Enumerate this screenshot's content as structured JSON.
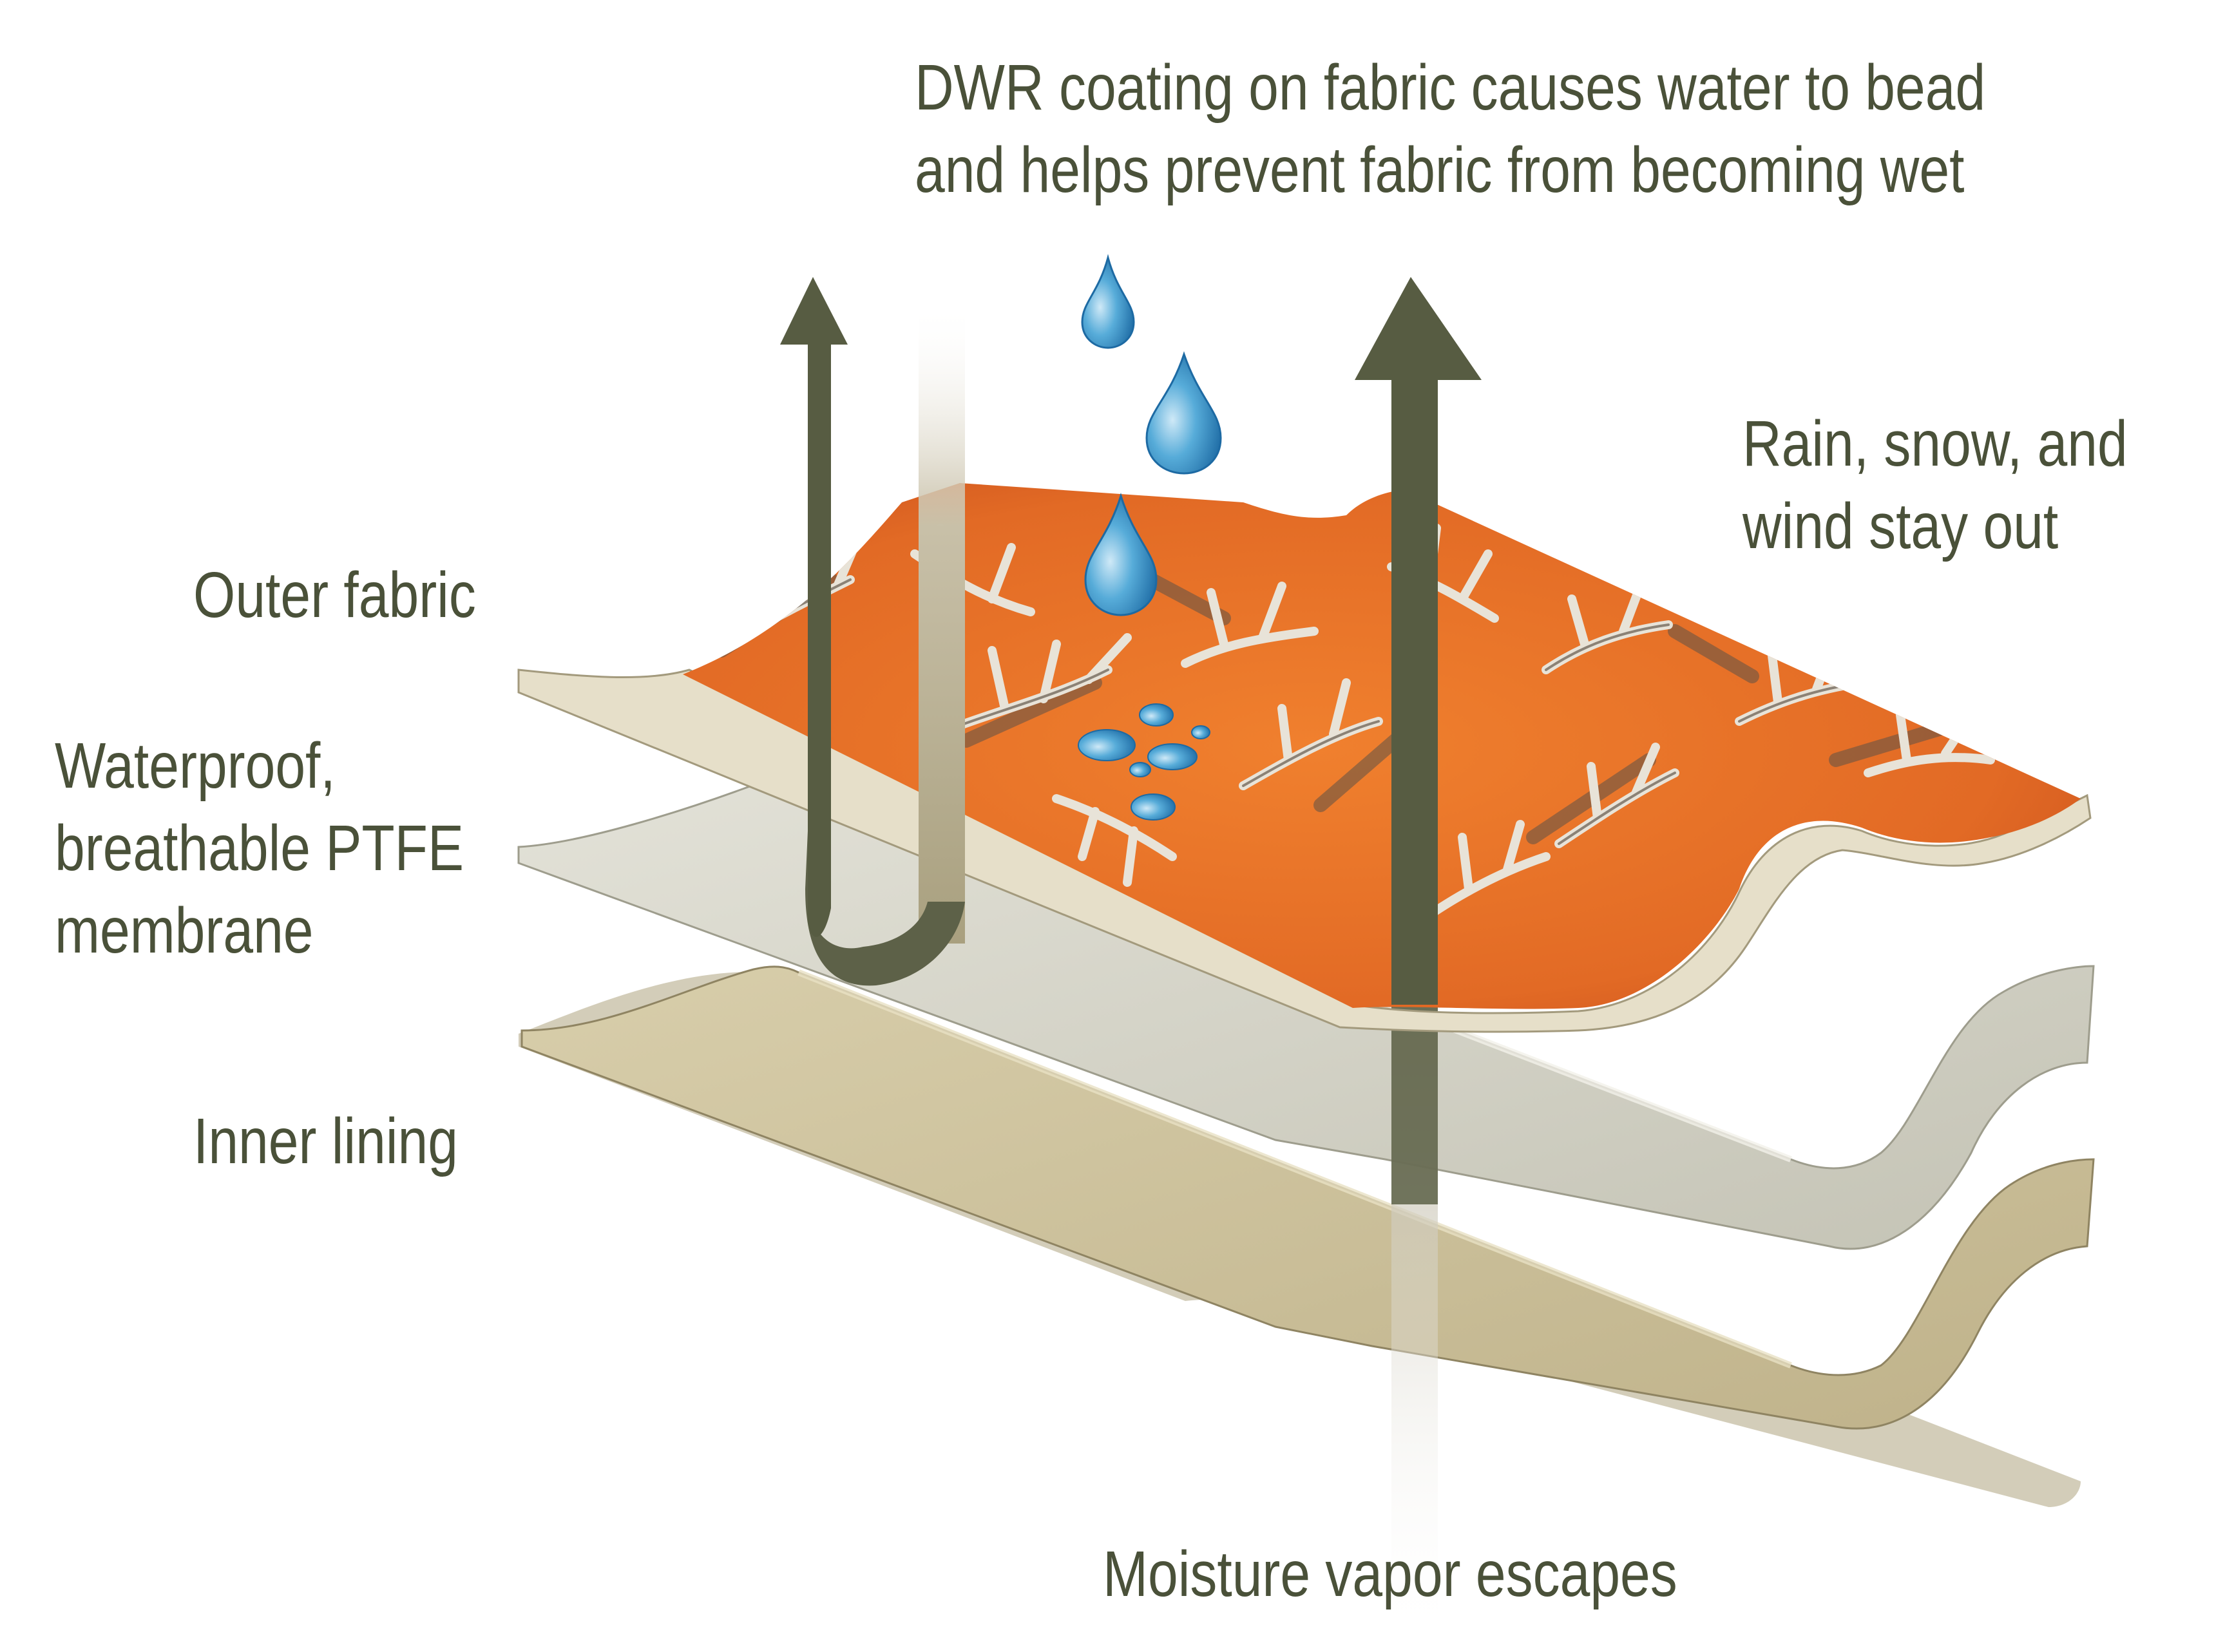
{
  "labels": {
    "dwr": {
      "line1": "DWR coating on fabric causes water to bead",
      "line2": "and helps prevent fabric from becoming wet"
    },
    "rain": {
      "line1": "Rain, snow, and",
      "line2": "wind stay out"
    },
    "outer_fabric": "Outer fabric",
    "membrane": {
      "line1": "Waterproof,",
      "line2": "breathable PTFE",
      "line3": "membrane"
    },
    "inner_lining": "Inner lining",
    "vapor": "Moisture vapor escapes"
  },
  "colors": {
    "text": "#4a5139",
    "arrow": "#575c42",
    "vapor_stream": "#c8c0a8",
    "outer_fabric": "#e2702a",
    "membrane": "#d2d1c4",
    "inner_lining": "#cbbf98",
    "water_drop": "#3f9ad0"
  },
  "icons": {
    "arrow": "up-arrow-icon",
    "drop": "water-drop-icon",
    "bead": "water-bead-icon",
    "pattern": "antler-camo-pattern"
  }
}
